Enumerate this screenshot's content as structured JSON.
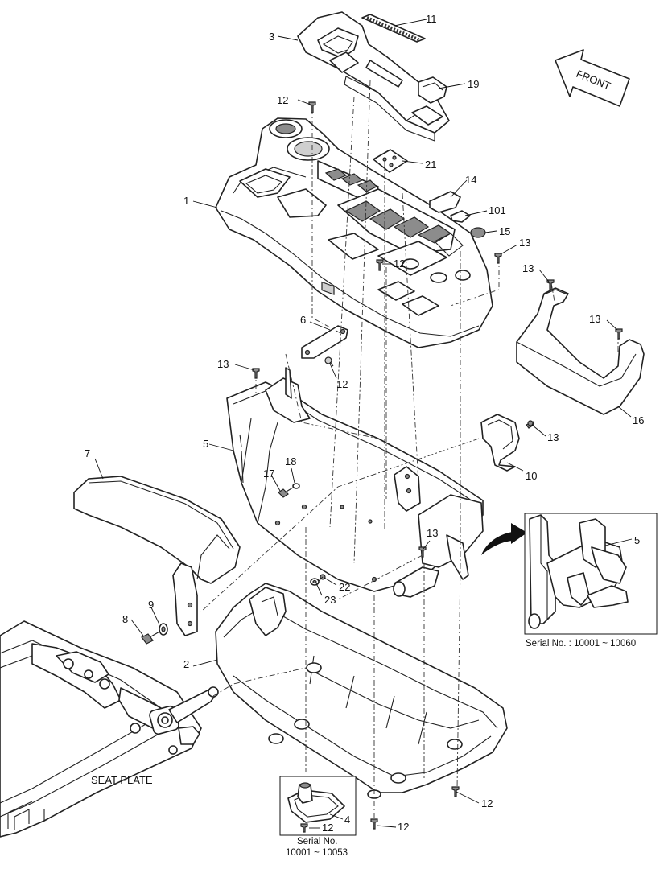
{
  "diagram": {
    "direction_label": "FRONT",
    "seat_plate_label": "SEAT PLATE",
    "inset_right": {
      "caption": "Serial No. : 10001 ~ 10060",
      "callout": "5"
    },
    "inset_bottom": {
      "caption_line1": "Serial No.",
      "caption_line2": "10001 ~ 10053",
      "callout_a": "4",
      "callout_b": "12"
    },
    "callouts": {
      "c1": "1",
      "c2": "2",
      "c3": "3",
      "c5": "5",
      "c6": "6",
      "c7": "7",
      "c8": "8",
      "c9": "9",
      "c10": "10",
      "c11": "11",
      "c12a": "12",
      "c12b": "12",
      "c12c": "12",
      "c12d": "12",
      "c12e": "12",
      "c13a": "13",
      "c13b": "13",
      "c13c": "13",
      "c13d": "13",
      "c13e": "13",
      "c13f": "13",
      "c14": "14",
      "c15": "15",
      "c16": "16",
      "c17": "17",
      "c18": "18",
      "c19": "19",
      "c21": "21",
      "c22": "22",
      "c23": "23",
      "c101": "101"
    }
  }
}
